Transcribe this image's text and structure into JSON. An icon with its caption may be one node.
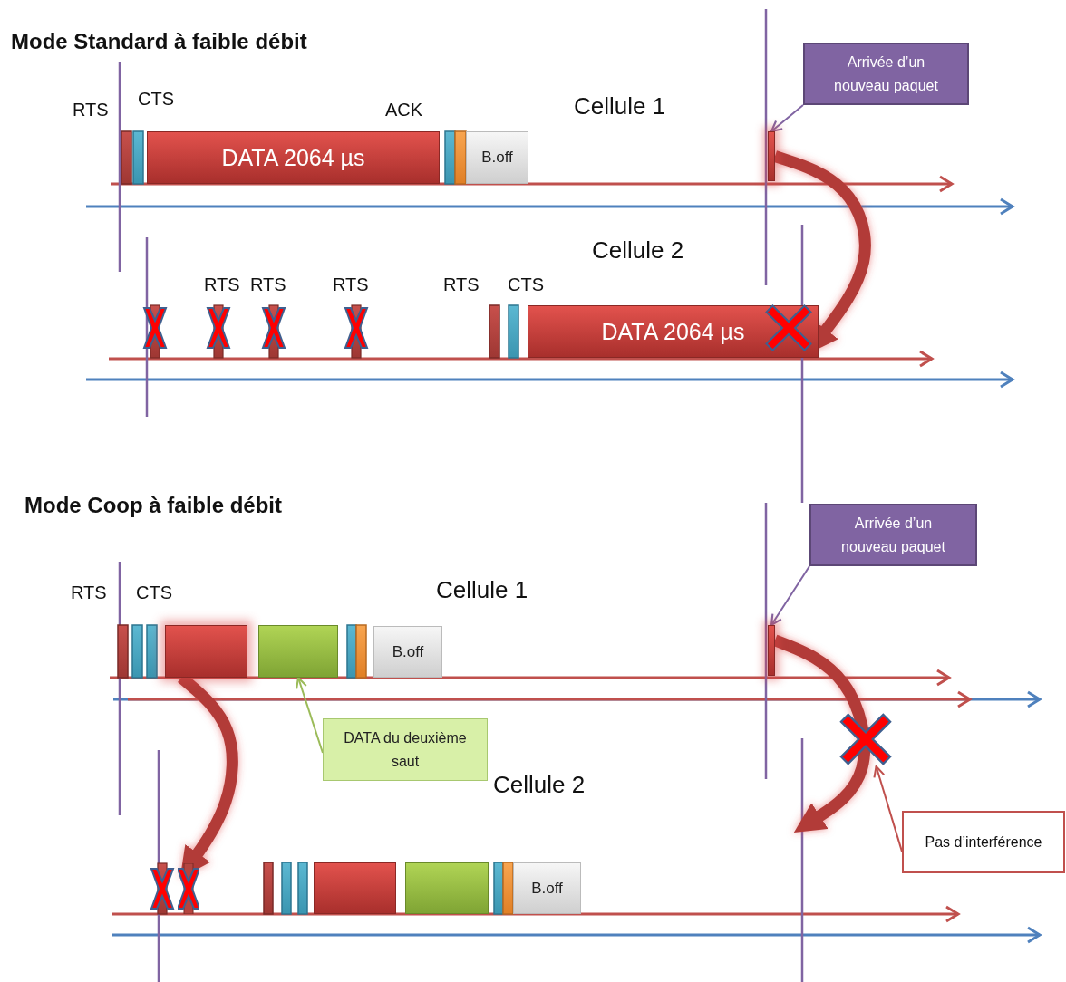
{
  "diagram": {
    "nodes": [
      {
        "text": [
          "DATA 2064 µs"
        ]
      },
      {
        "text": [
          "B.off"
        ]
      },
      {
        "text": [
          "Arrivée d’un nouveau paquet"
        ]
      },
      {
        "text": [],
        "shape": "bar"
      },
      {
        "text": [
          "DATA 2064 µs"
        ]
      },
      {
        "text": [
          "Arrivée d’un nouveau paquet"
        ]
      },
      {
        "text": [],
        "shape": "bar"
      },
      {
        "text": [],
        "shape": "bar"
      },
      {
        "text": [
          "B.off"
        ]
      },
      {
        "text": [],
        "shape": "bar"
      },
      {
        "text": [
          "DATA du deuxième saut"
        ]
      },
      {
        "text": [],
        "shape": "cross"
      },
      {
        "text": [
          "Pas d’interférence"
        ]
      },
      {
        "text": [],
        "shape": "bar"
      },
      {
        "text": [
          "B.off"
        ]
      },
      {
        "text": [],
        "shape": "bar"
      },
      {
        "text": [],
        "shape": "bar"
      }
    ],
    "edges": [
      {
        "from": 2,
        "to": 3,
        "arrow": "to",
        "color": "#8064a2"
      },
      {
        "from": 3,
        "to": 4,
        "arrow": "to",
        "style": "thick",
        "color": "#b23b38"
      },
      {
        "from": 5,
        "to": 9,
        "arrow": "to",
        "color": "#8064a2"
      },
      {
        "from": 10,
        "to": 7,
        "arrow": "to",
        "color": "#9bbb59"
      },
      {
        "from": 6,
        "to": 13,
        "arrow": "to",
        "style": "thick",
        "color": "#b23b38"
      },
      {
        "from": 9,
        "to": null,
        "arrow": "to",
        "style": "thick",
        "color": "#b23b38"
      },
      {
        "from": 12,
        "to": 11,
        "arrow": "to",
        "color": "#c0504d"
      }
    ],
    "labels": [
      "Mode Standard à faible débit",
      "RTS",
      "CTS",
      "ACK",
      "Cellule 1",
      "Cellule 2",
      "RTS",
      "RTS",
      "RTS",
      "RTS",
      "CTS",
      "Mode Coop à faible débit",
      "RTS",
      "CTS",
      "Cellule 1",
      "Cellule 2"
    ]
  }
}
